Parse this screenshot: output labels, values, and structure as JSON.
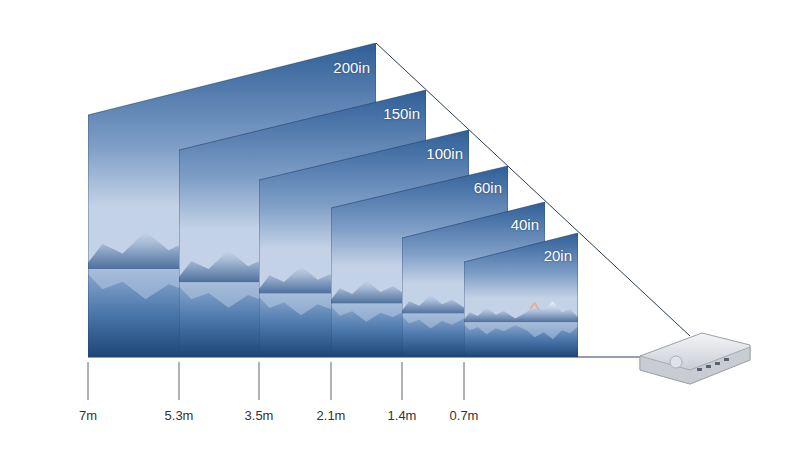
{
  "diagram": {
    "nodes": [
      {
        "text": [
          "200in"
        ]
      },
      {
        "text": [
          "150in"
        ]
      },
      {
        "text": [
          "100in"
        ]
      },
      {
        "text": [
          "60in"
        ]
      },
      {
        "text": [
          "40in"
        ]
      },
      {
        "text": [
          "20in"
        ]
      }
    ],
    "labels": [
      "7m",
      "5.3m",
      "3.5m",
      "2.1m",
      "1.4m",
      "0.7m"
    ]
  }
}
